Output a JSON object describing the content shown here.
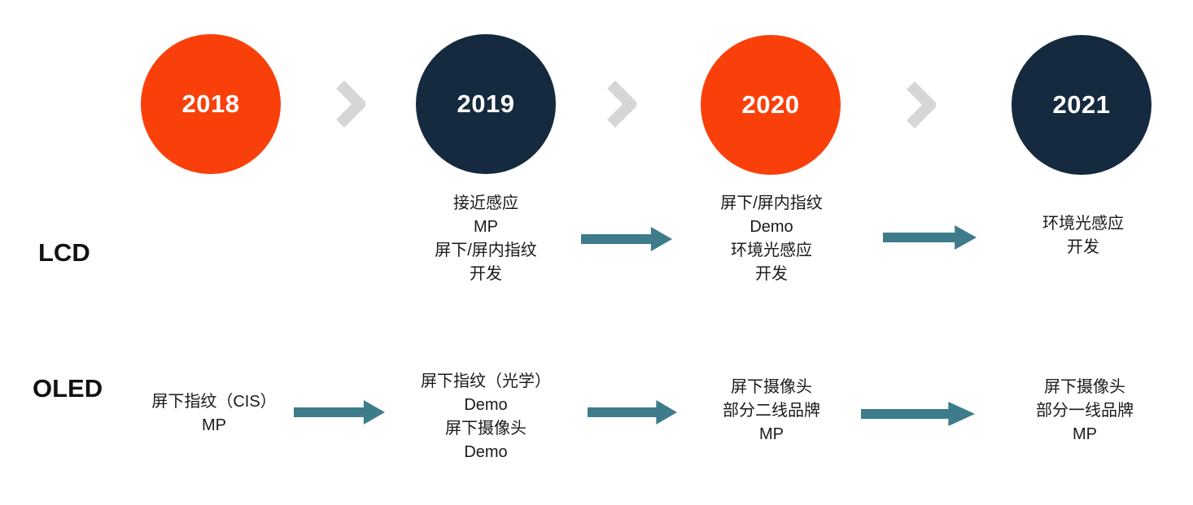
{
  "palette": {
    "orange": "#F9400A",
    "navy": "#152A3E",
    "teal": "#3E7C8B",
    "chevron_gray": "#D6D6D6",
    "text": "#1A1A1A"
  },
  "timeline": {
    "years": [
      {
        "label": "2018",
        "color": "orange"
      },
      {
        "label": "2019",
        "color": "navy"
      },
      {
        "label": "2020",
        "color": "orange"
      },
      {
        "label": "2021",
        "color": "navy"
      }
    ]
  },
  "rows": [
    {
      "label": "LCD",
      "blocks": [
        {
          "year": "2018",
          "lines": []
        },
        {
          "year": "2019",
          "lines": [
            "接近感应",
            "MP",
            "屏下/屏内指纹",
            "开发"
          ]
        },
        {
          "year": "2020",
          "lines": [
            "屏下/屏内指纹",
            "Demo",
            "环境光感应",
            "开发"
          ]
        },
        {
          "year": "2021",
          "lines": [
            "环境光感应",
            "开发"
          ]
        }
      ]
    },
    {
      "label": "OLED",
      "blocks": [
        {
          "year": "2018",
          "lines": [
            "屏下指纹（CIS）",
            "MP"
          ]
        },
        {
          "year": "2019",
          "lines": [
            "屏下指纹（光学）",
            "Demo",
            "屏下摄像头",
            "Demo"
          ]
        },
        {
          "year": "2020",
          "lines": [
            "屏下摄像头",
            "部分二线品牌",
            "MP"
          ]
        },
        {
          "year": "2021",
          "lines": [
            "屏下摄像头",
            "部分一线品牌",
            "MP"
          ]
        }
      ]
    }
  ]
}
